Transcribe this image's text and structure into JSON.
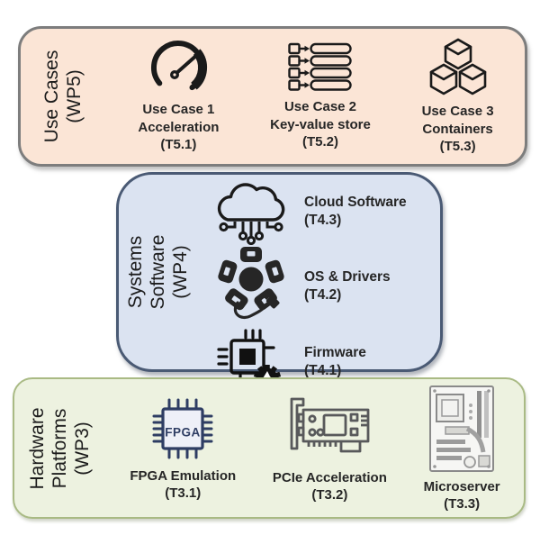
{
  "diagram": {
    "layers": [
      {
        "name": "use-cases",
        "title_lines": [
          "Use Cases",
          "(WP5)"
        ],
        "colors": {
          "bg": "#fbe5d6",
          "border": "#7d7d7d"
        },
        "items": [
          {
            "icon": "speedometer-icon",
            "lines": [
              "Use Case 1",
              "Acceleration",
              "(T5.1)"
            ]
          },
          {
            "icon": "key-value-store-icon",
            "lines": [
              "Use Case 2",
              "Key-value store",
              "(T5.2)"
            ]
          },
          {
            "icon": "containers-icon",
            "lines": [
              "Use Case 3",
              "Containers",
              "(T5.3)"
            ]
          }
        ]
      },
      {
        "name": "systems-software",
        "title_lines": [
          "Systems",
          "Software",
          "(WP4)"
        ],
        "colors": {
          "bg": "#dbe3f1",
          "border": "#4a5a74"
        },
        "items": [
          {
            "icon": "cloud-circuit-icon",
            "lines": [
              "Cloud Software",
              "(T4.3)"
            ]
          },
          {
            "icon": "usb-hub-icon",
            "lines": [
              "OS & Drivers",
              "(T4.2)"
            ]
          },
          {
            "icon": "chip-gear-icon",
            "lines": [
              "Firmware",
              "(T4.1)"
            ]
          }
        ]
      },
      {
        "name": "hardware-platforms",
        "title_lines": [
          "Hardware",
          "Platforms",
          "(WP3)"
        ],
        "colors": {
          "bg": "#edf2e0",
          "border": "#a9ba84"
        },
        "items": [
          {
            "icon": "fpga-chip-icon",
            "icon_text": "FPGA",
            "lines": [
              "FPGA Emulation",
              "(T3.1)"
            ]
          },
          {
            "icon": "pcie-card-icon",
            "lines": [
              "PCIe Acceleration",
              "(T3.2)"
            ]
          },
          {
            "icon": "motherboard-icon",
            "lines": [
              "Microserver",
              "(T3.3)"
            ]
          }
        ]
      }
    ]
  }
}
